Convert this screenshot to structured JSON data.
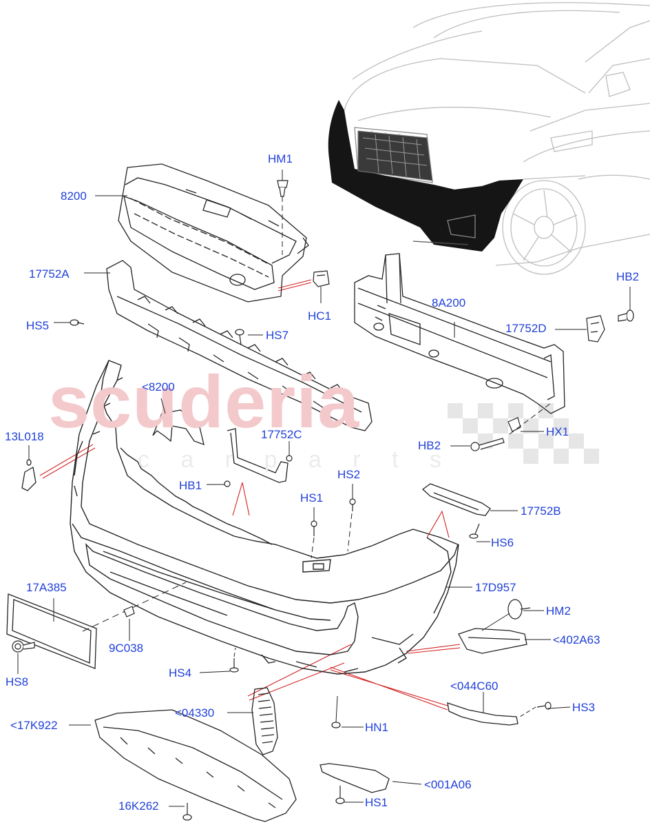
{
  "watermark": {
    "brand": "scuderia",
    "sub": "c a r   p a r t s"
  },
  "labels": {
    "hm1": "HM1",
    "p8200": "8200",
    "p17752a": "17752A",
    "hc1": "HC1",
    "hb2_top": "HB2",
    "p8a200": "8A200",
    "p17752d": "17752D",
    "hs5": "HS5",
    "hs7": "HS7",
    "lt8200": "<8200",
    "p13l018": "13L018",
    "p17752c": "17752C",
    "hx1": "HX1",
    "hb2_mid": "HB2",
    "hb1": "HB1",
    "hs2": "HS2",
    "hs1_top": "HS1",
    "p17752b": "17752B",
    "hs6": "HS6",
    "p17a385": "17A385",
    "p17d957": "17D957",
    "hm2": "HM2",
    "p9c038": "9C038",
    "lt402a63": "<402A63",
    "hs8": "HS8",
    "hs4": "HS4",
    "lt044c60": "<044C60",
    "hs3": "HS3",
    "lt04330": "<04330",
    "lt17k922": "<17K922",
    "hn1": "HN1",
    "lt001a06": "<001A06",
    "p16k262": "16K262",
    "hs1_bot": "HS1"
  },
  "colors": {
    "label": "#1f3fd8",
    "line": "#222222",
    "red_lead": "#d42020",
    "watermark": "#f3c9cb",
    "car_outline": "#bdbdbd",
    "bumper_fill": "#151515"
  }
}
